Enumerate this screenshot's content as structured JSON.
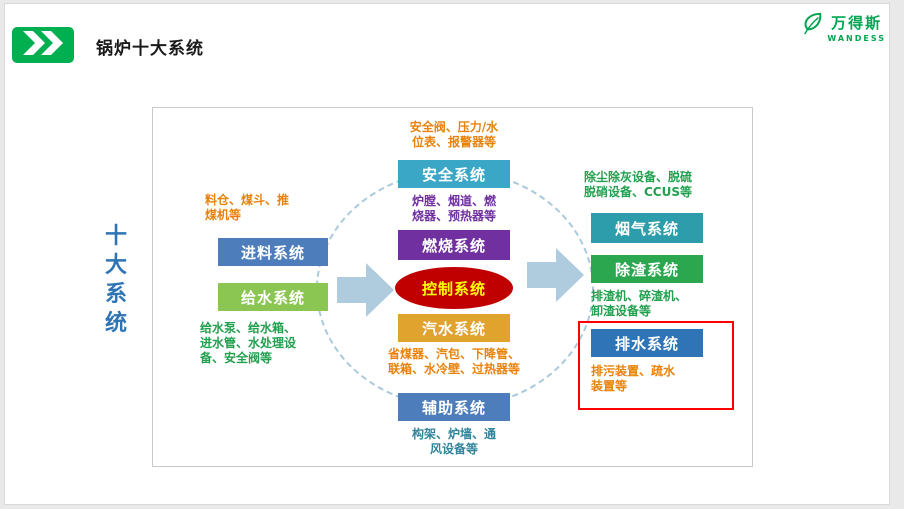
{
  "header": {
    "title": "锅炉十大系统"
  },
  "brand": {
    "name": "万得斯",
    "sub": "WANDESS"
  },
  "side_label": "十\n大\n系\n统",
  "nodes": {
    "safety": {
      "label": "安全系统"
    },
    "combustion": {
      "label": "燃烧系统"
    },
    "control": {
      "label": "控制系统"
    },
    "steamwater": {
      "label": "汽水系统"
    },
    "auxiliary": {
      "label": "辅助系统"
    },
    "feeding": {
      "label": "进料系统"
    },
    "feedwater": {
      "label": "给水系统"
    },
    "fluegas": {
      "label": "烟气系统"
    },
    "slag": {
      "label": "除渣系统"
    },
    "drainage": {
      "label": "排水系统"
    }
  },
  "notes": {
    "safety_above": "安全阀、压力/水\n位表、报警器等",
    "furnace": "炉膛、烟道、燃\n烧器、预热器等",
    "economizer": "省煤器、汽包、下降管、\n联箱、水冷壁、过热器等",
    "framework": "构架、炉墙、通\n风设备等",
    "silo": "料仓、煤斗、推\n煤机等",
    "feedwater_parts": "给水泵、给水箱、\n进水管、水处理设\n备、安全阀等",
    "dedusting": "除尘除灰设备、脱硫\n脱硝设备、CCUS等",
    "slag_parts": "排渣机、碎渣机、\n卸渣设备等",
    "drain_parts": "排污装置、疏水\n装置等"
  },
  "colors": {
    "accent_green": "#00B050",
    "brand_green": "#00A551",
    "safety_teal": "#3AA7C6",
    "combustion_purple": "#7030A0",
    "control_red": "#C00000",
    "control_text_yellow": "#FFFF00",
    "steam_orange": "#DFA32E",
    "auxiliary_blue": "#4D7EBB",
    "feeding_blue": "#4D7EBB",
    "feedwater_green": "#8CC652",
    "fluegas_teal": "#2D9DAB",
    "slag_green": "#2BA84F",
    "drainage_blue": "#2E74B6",
    "note_orange": "#E8820C",
    "note_green": "#21A04F",
    "note_teal": "#31849B",
    "side_label_blue": "#2E74B5",
    "arrow_blue": "#AFCBDE",
    "highlight_red": "#FF0000"
  }
}
